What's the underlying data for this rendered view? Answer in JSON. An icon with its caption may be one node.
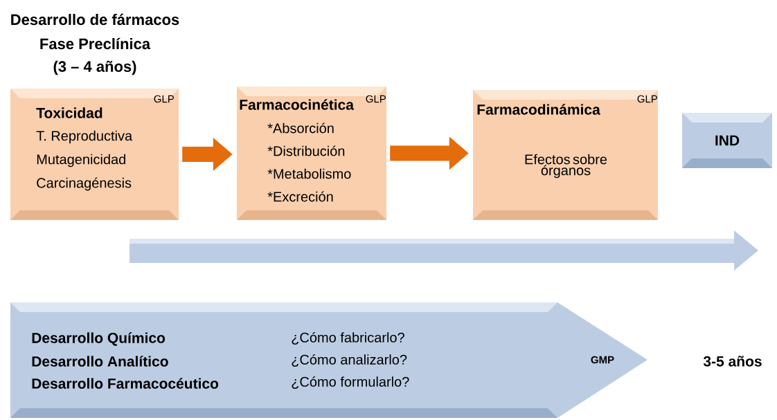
{
  "diagram": {
    "nodes": [
      {
        "text": [
          "GLP",
          "Toxicidad",
          "T. Reproductiva",
          "Mutagenicidad",
          "Carcinagénesis"
        ]
      },
      {
        "text": [
          "GLP",
          "Farmacocinética",
          "*Absorción",
          "*Distribución",
          "*Metabolismo",
          "*Excreción"
        ]
      },
      {
        "text": [
          "GLP",
          "Farmacodinámica",
          "Efectos sobre órganos"
        ]
      },
      {
        "text": [
          "IND"
        ]
      },
      {
        "text": [
          "Desarrollo Químico",
          "¿Cómo fabricarlo?",
          "Desarrollo Analítico",
          "¿Cómo analizarlo?",
          "Desarrollo Farmacocéutico",
          "¿Cómo formularlo?",
          "GMP"
        ]
      }
    ],
    "edges": [
      {
        "from": 0,
        "to": 1,
        "arrow": "to"
      },
      {
        "from": 1,
        "to": 2,
        "arrow": "to"
      }
    ],
    "labels": [
      "Desarrollo de fármacos",
      "Fase Preclínica",
      "(3 – 4 años)",
      "3-5 años"
    ]
  }
}
